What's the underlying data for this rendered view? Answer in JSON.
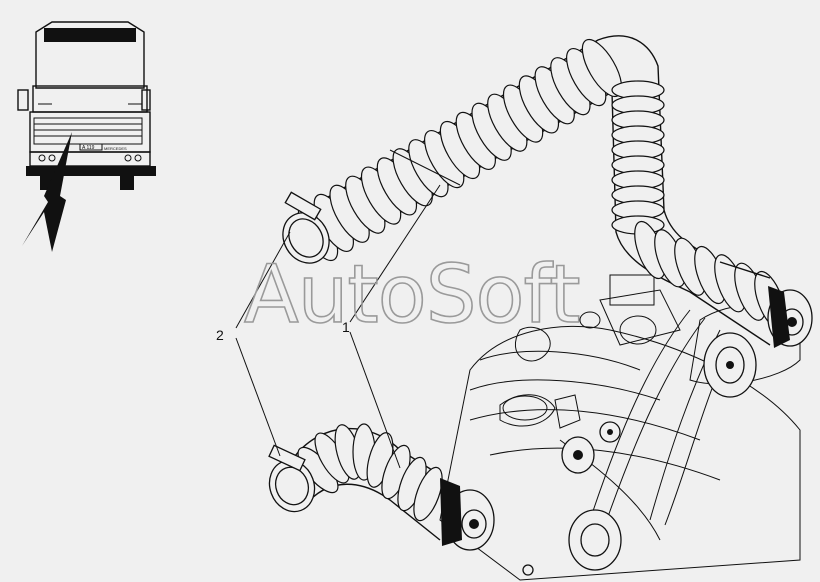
{
  "watermark": "AutoSoft",
  "truck_icon": {
    "plate_text": "A 119",
    "brand_text": "MERCEDES"
  },
  "callouts": [
    {
      "number": "1",
      "target": "upper-and-lower-air-hose"
    },
    {
      "number": "2",
      "target": "hose-clamps"
    }
  ],
  "colors": {
    "background": "#f0f0f0",
    "line": "#111111",
    "watermark": "#9a9a9a"
  }
}
